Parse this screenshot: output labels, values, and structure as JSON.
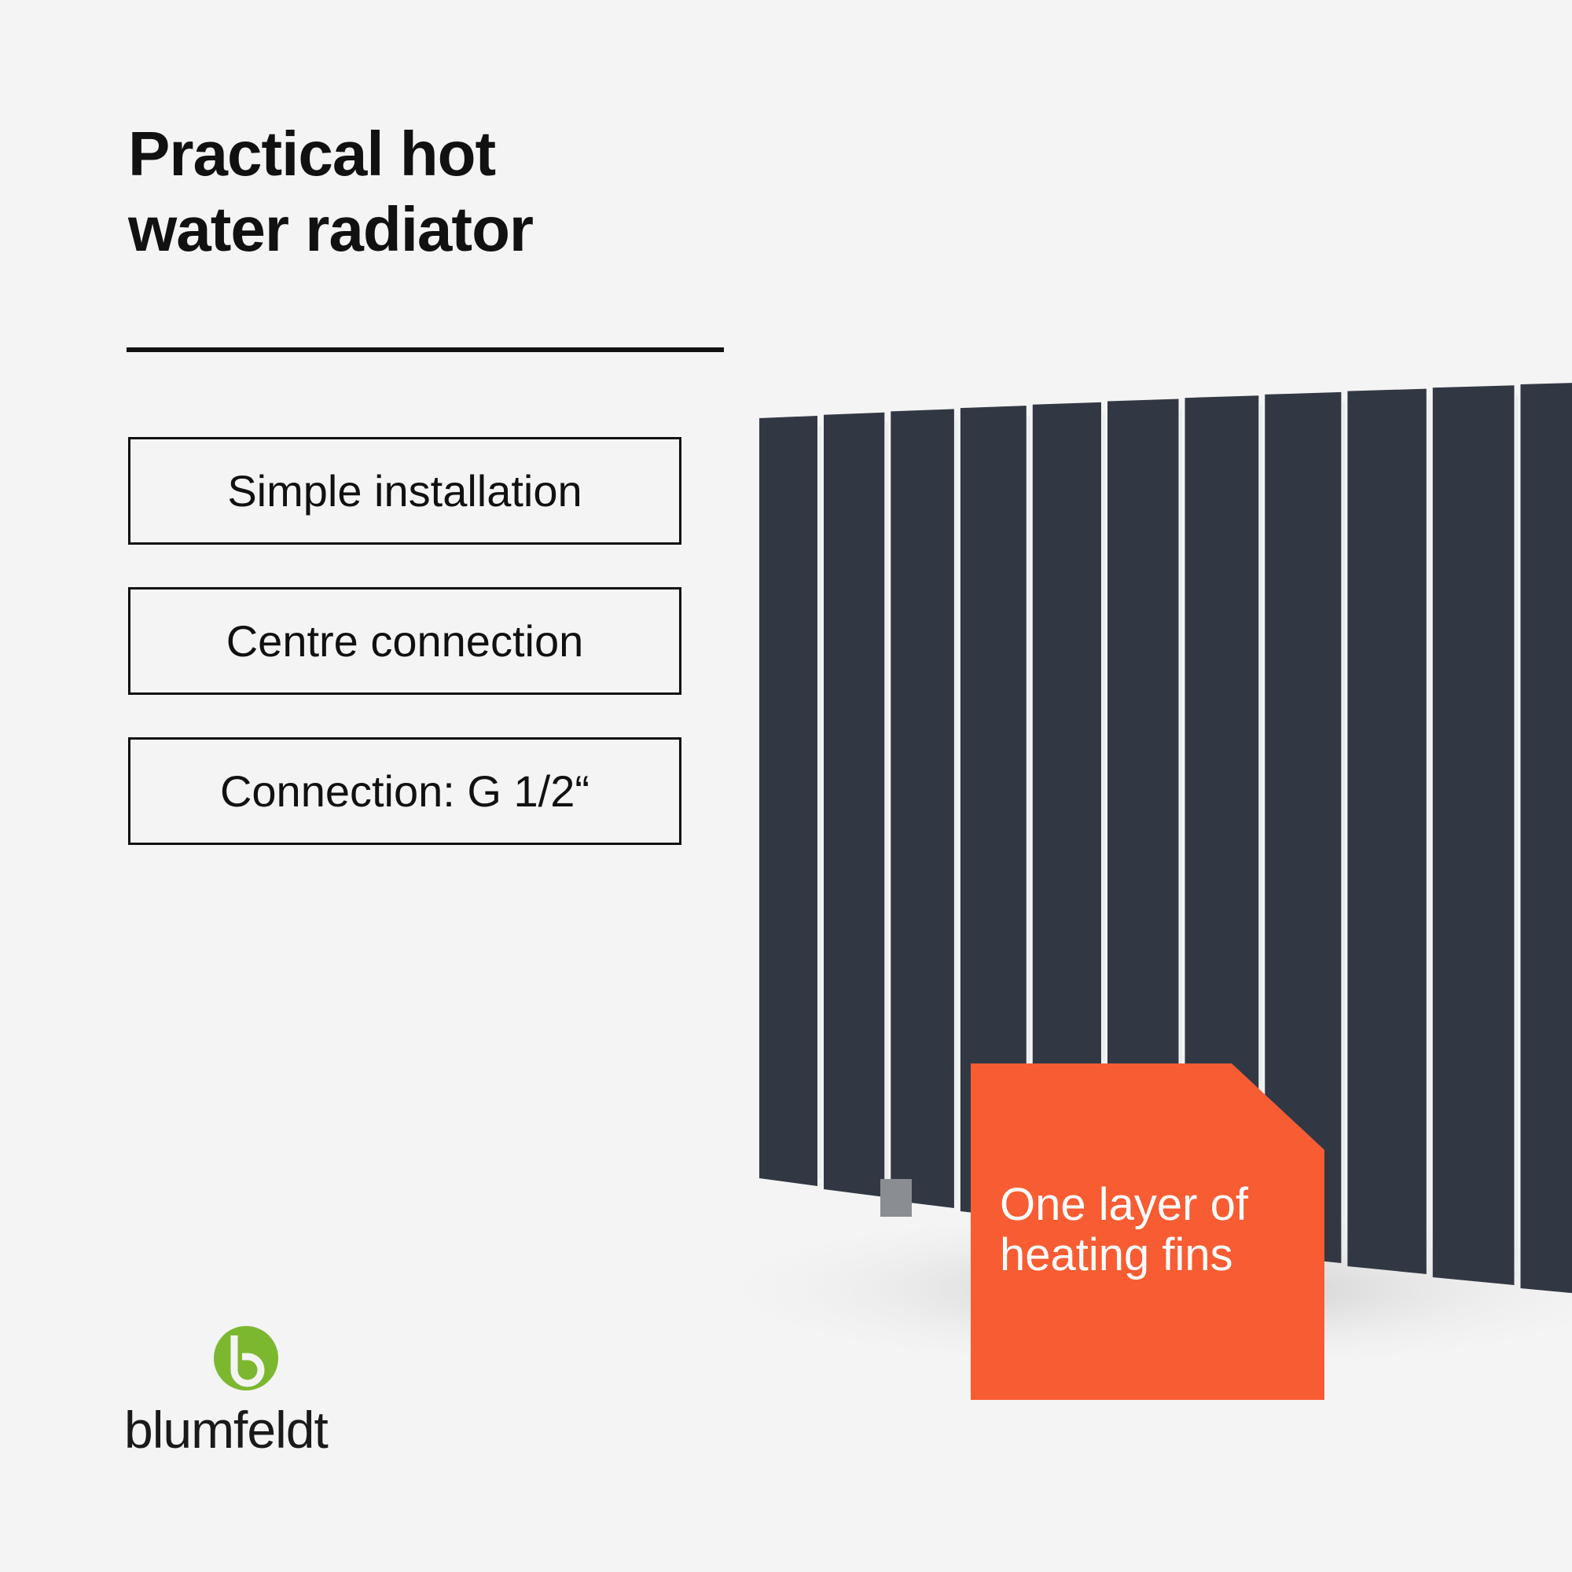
{
  "title": {
    "line1": "Practical hot",
    "line2": "water radiator"
  },
  "features": [
    "Simple installation",
    "Centre connection",
    "Connection: G 1/2“"
  ],
  "badge": {
    "line1": "One layer of",
    "line2": "heating fins",
    "color": "#f85c33"
  },
  "brand": {
    "name": "blumfeldt",
    "logo_color": "#7cb82f"
  },
  "radiator": {
    "color": "#323843",
    "fin_count": 12
  }
}
